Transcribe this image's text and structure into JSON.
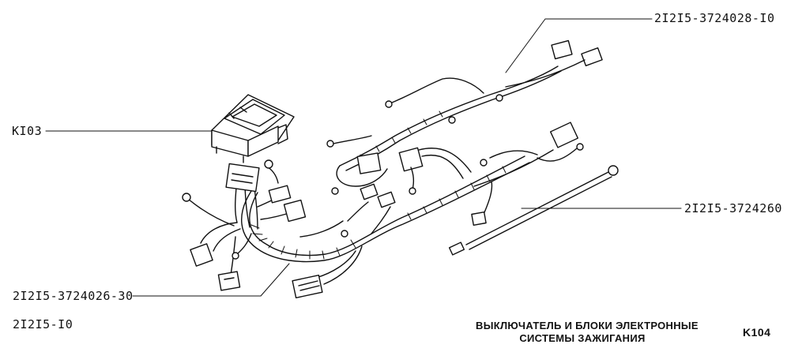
{
  "labels": {
    "k103": "KI03",
    "harness_top": "2I2I5-3724028-I0",
    "harness_right": "2I2I5-3724260",
    "harness_bottom": "2I2I5-3724026-30",
    "model": "2I2I5-I0",
    "page": "K104"
  },
  "caption": {
    "line1": "ВЫКЛЮЧАТЕЛЬ И БЛОКИ ЭЛЕКТРОННЫЕ",
    "line2": "СИСТЕМЫ ЗАЖИГАНИЯ"
  },
  "colors": {
    "ink": "#111111",
    "background": "#ffffff"
  }
}
